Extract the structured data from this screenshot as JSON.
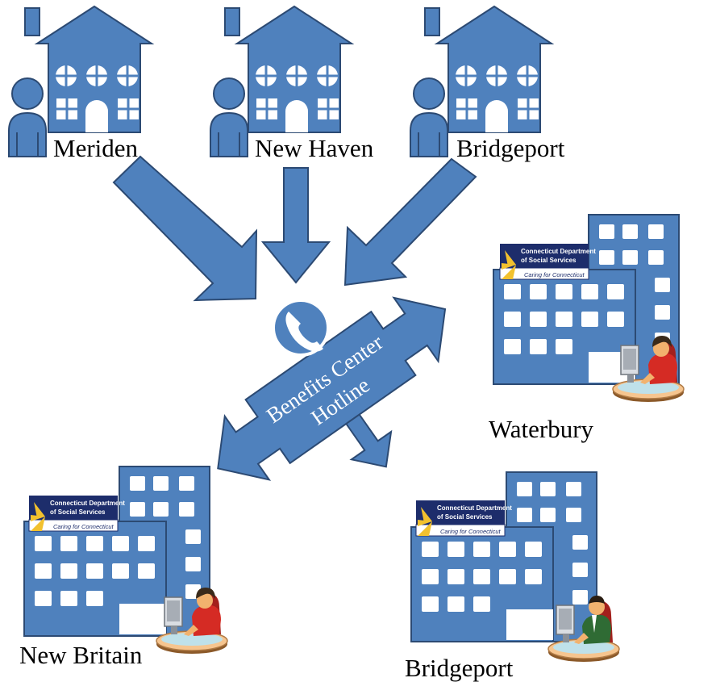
{
  "colors": {
    "primary": "#4f81bd",
    "outline": "#2c4a73",
    "window": "#ffffff",
    "logo_navy": "#1d2d6b",
    "logo_sun": "#f2c12e",
    "skin": "#f2b26e",
    "desk": "#f6c58f"
  },
  "homes": [
    {
      "label": "Meriden"
    },
    {
      "label": "New Haven"
    },
    {
      "label": "Bridgeport"
    }
  ],
  "hub": {
    "icon": "telephone-icon",
    "line1": "Benefits Center",
    "line2": "Hotline"
  },
  "logo": {
    "line1": "Connecticut Department",
    "line2": "of Social Services",
    "tagline": "Caring for Connecticut"
  },
  "offices": [
    {
      "label": "Waterbury",
      "worker": "female"
    },
    {
      "label": "New Britain",
      "worker": "female"
    },
    {
      "label": "Bridgeport",
      "worker": "male"
    }
  ]
}
